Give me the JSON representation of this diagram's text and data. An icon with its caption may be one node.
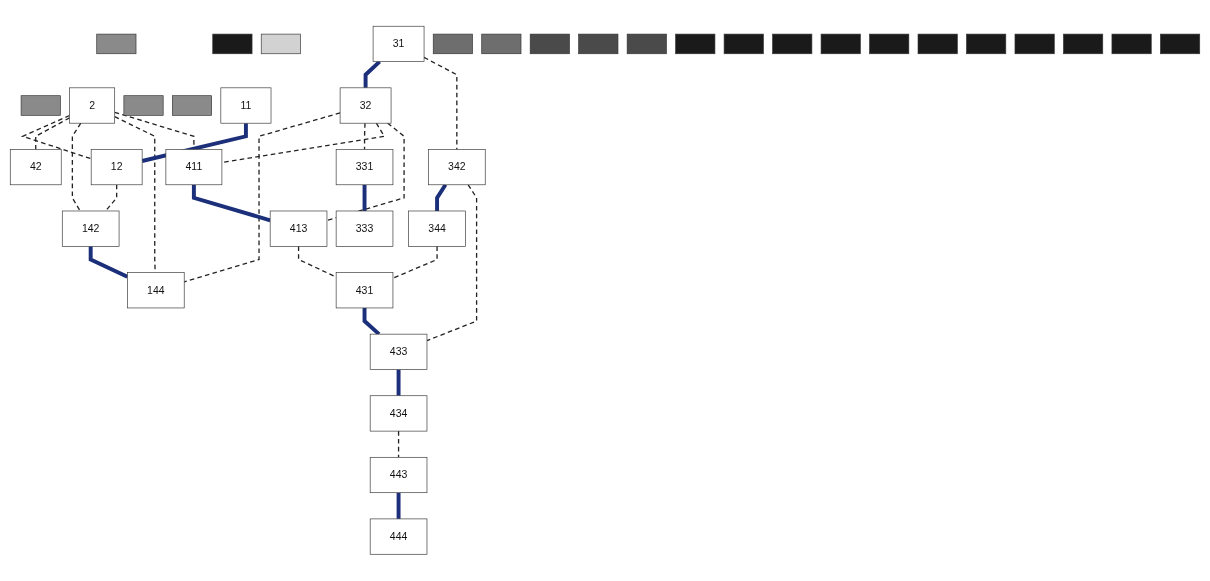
{
  "diagram": {
    "nodes": [
      {
        "text": [],
        "shape": "box"
      },
      {
        "text": [],
        "shape": "box"
      },
      {
        "text": [
          "2"
        ]
      },
      {
        "text": [],
        "shape": "box"
      },
      {
        "text": [],
        "shape": "box"
      },
      {
        "text": [
          "11"
        ]
      },
      {
        "text": [
          "12"
        ]
      },
      {
        "text": [],
        "shape": "box"
      },
      {
        "text": [],
        "shape": "box"
      },
      {
        "text": [
          "31"
        ]
      },
      {
        "text": [
          "32"
        ]
      },
      {
        "text": [],
        "shape": "box"
      },
      {
        "text": [],
        "shape": "box"
      },
      {
        "text": [],
        "shape": "box"
      },
      {
        "text": [
          "42"
        ]
      },
      {
        "text": [],
        "shape": "box"
      },
      {
        "text": [],
        "shape": "box"
      },
      {
        "text": [],
        "shape": "box"
      },
      {
        "text": [
          "142"
        ]
      },
      {
        "text": [],
        "shape": "box"
      },
      {
        "text": [
          "144"
        ]
      },
      {
        "text": [
          "331"
        ]
      },
      {
        "text": [],
        "shape": "box"
      },
      {
        "text": [
          "333"
        ]
      },
      {
        "text": [],
        "shape": "box"
      },
      {
        "text": [],
        "shape": "box"
      },
      {
        "text": [
          "342"
        ]
      },
      {
        "text": [],
        "shape": "box"
      },
      {
        "text": [
          "344"
        ]
      },
      {
        "text": [
          "411"
        ]
      },
      {
        "text": [],
        "shape": "box"
      },
      {
        "text": [
          "413"
        ]
      },
      {
        "text": [],
        "shape": "box"
      },
      {
        "text": [
          "431"
        ]
      },
      {
        "text": [],
        "shape": "box"
      },
      {
        "text": [
          "433"
        ]
      },
      {
        "text": [
          "434"
        ]
      },
      {
        "text": [],
        "shape": "box"
      },
      {
        "text": [],
        "shape": "box"
      },
      {
        "text": [
          "443"
        ]
      },
      {
        "text": [
          "444"
        ]
      }
    ],
    "edges": [
      {
        "from": 2,
        "to": 6,
        "arrow": "none",
        "style": "dashed"
      },
      {
        "from": 2,
        "to": 14,
        "arrow": "none",
        "style": "dashed"
      },
      {
        "from": 2,
        "to": 18,
        "arrow": "none",
        "style": "dashed"
      },
      {
        "from": 2,
        "to": 20,
        "arrow": "none",
        "style": "dashed"
      },
      {
        "from": 2,
        "to": 29,
        "arrow": "none",
        "style": "dashed"
      },
      {
        "from": 5,
        "to": 6,
        "arrow": "none",
        "style": "thick",
        "color": "#1c2f7a"
      },
      {
        "from": 9,
        "to": 10,
        "arrow": "none",
        "style": "thick",
        "color": "#1c2f7a"
      },
      {
        "from": 6,
        "to": 18,
        "arrow": "none",
        "style": "dashed"
      },
      {
        "from": 10,
        "to": 20,
        "arrow": "none",
        "style": "dashed"
      },
      {
        "from": 10,
        "to": 21,
        "arrow": "none",
        "style": "dashed"
      },
      {
        "from": 9,
        "to": 26,
        "arrow": "none",
        "style": "dashed"
      },
      {
        "from": 10,
        "to": 29,
        "arrow": "none",
        "style": "dashed"
      },
      {
        "from": 10,
        "to": 31,
        "arrow": "none",
        "style": "dashed"
      },
      {
        "from": 18,
        "to": 20,
        "arrow": "none",
        "style": "thick",
        "color": "#1c2f7a"
      },
      {
        "from": 21,
        "to": 23,
        "arrow": "none",
        "style": "thick",
        "color": "#1c2f7a"
      },
      {
        "from": 26,
        "to": 28,
        "arrow": "none",
        "style": "thick",
        "color": "#1c2f7a"
      },
      {
        "from": 29,
        "to": 31,
        "arrow": "none",
        "style": "thick",
        "color": "#1c2f7a"
      },
      {
        "from": 33,
        "to": 35,
        "arrow": "none",
        "style": "thick",
        "color": "#1c2f7a"
      },
      {
        "from": 35,
        "to": 36,
        "arrow": "none",
        "style": "thick",
        "color": "#1c2f7a"
      },
      {
        "from": 39,
        "to": 40,
        "arrow": "none",
        "style": "thick",
        "color": "#1c2f7a"
      },
      {
        "from": 28,
        "to": 33,
        "arrow": "none",
        "style": "dashed"
      },
      {
        "from": 26,
        "to": 35,
        "arrow": "none",
        "style": "dashed"
      },
      {
        "from": 31,
        "to": 33,
        "arrow": "none",
        "style": "dashed"
      },
      {
        "from": 36,
        "to": 39,
        "arrow": "none",
        "style": "dashed"
      }
    ]
  }
}
